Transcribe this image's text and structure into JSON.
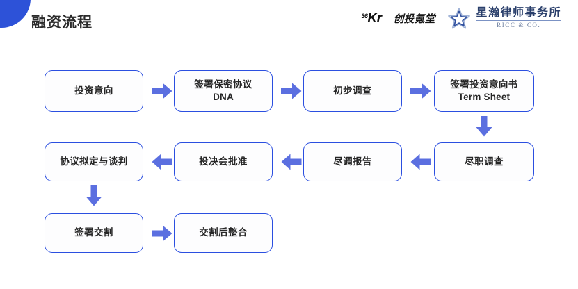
{
  "page": {
    "title": "融资流程",
    "accent_blue": "#2b4fe0",
    "arrow_blue": "#5b6fe0",
    "blob_blue": "#2d52d8",
    "title_color": "#2b2b2b"
  },
  "brand": {
    "kr": {
      "superscript": "36",
      "mark": "Kr",
      "divider": "|",
      "chinese": "创投氪堂"
    },
    "firm": {
      "icon": "star-icon",
      "chinese": "星瀚律师事务所",
      "english": "RICC & CO."
    }
  },
  "flow": {
    "rows": [
      {
        "direction": "right",
        "nodes": [
          {
            "line1": "投资意向",
            "line2": ""
          },
          {
            "line1": "签署保密协议",
            "line2": "DNA"
          },
          {
            "line1": "初步调查",
            "line2": ""
          },
          {
            "line1": "签署投资意向书",
            "line2": "Term Sheet"
          }
        ]
      },
      {
        "direction": "left",
        "nodes": [
          {
            "line1": "协议拟定与谈判",
            "line2": ""
          },
          {
            "line1": "投决会批准",
            "line2": ""
          },
          {
            "line1": "尽调报告",
            "line2": ""
          },
          {
            "line1": "尽职调查",
            "line2": ""
          }
        ]
      },
      {
        "direction": "right",
        "nodes": [
          {
            "line1": "签署交割",
            "line2": ""
          },
          {
            "line1": "交割后整合",
            "line2": ""
          }
        ]
      }
    ],
    "connectors": [
      {
        "name": "arrow-right-1",
        "direction": "right"
      },
      {
        "name": "arrow-right-2",
        "direction": "right"
      },
      {
        "name": "arrow-right-3",
        "direction": "right"
      },
      {
        "name": "arrow-down-right",
        "direction": "down"
      },
      {
        "name": "arrow-left-1",
        "direction": "left"
      },
      {
        "name": "arrow-left-2",
        "direction": "left"
      },
      {
        "name": "arrow-left-3",
        "direction": "left"
      },
      {
        "name": "arrow-down-left",
        "direction": "down"
      },
      {
        "name": "arrow-right-4",
        "direction": "right"
      }
    ]
  }
}
